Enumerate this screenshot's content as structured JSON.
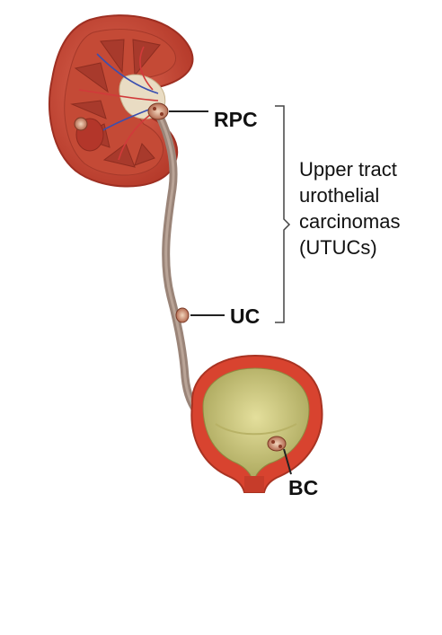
{
  "labels": {
    "rpc": "RPC",
    "uc": "UC",
    "bc": "BC"
  },
  "bracket_text": [
    "Upper tract",
    "urothelial",
    "carcinomas",
    "(UTUCs)"
  ],
  "colors": {
    "kidney_cortex": "#c8473a",
    "kidney_medulla": "#b0402f",
    "kidney_pelvis": "#e8dcc0",
    "ureter": "#9a8478",
    "bladder_wall": "#d8432f",
    "bladder_lumen": "#c9c27a",
    "tumor": "#c98c6a",
    "leader_line": "#222222"
  }
}
